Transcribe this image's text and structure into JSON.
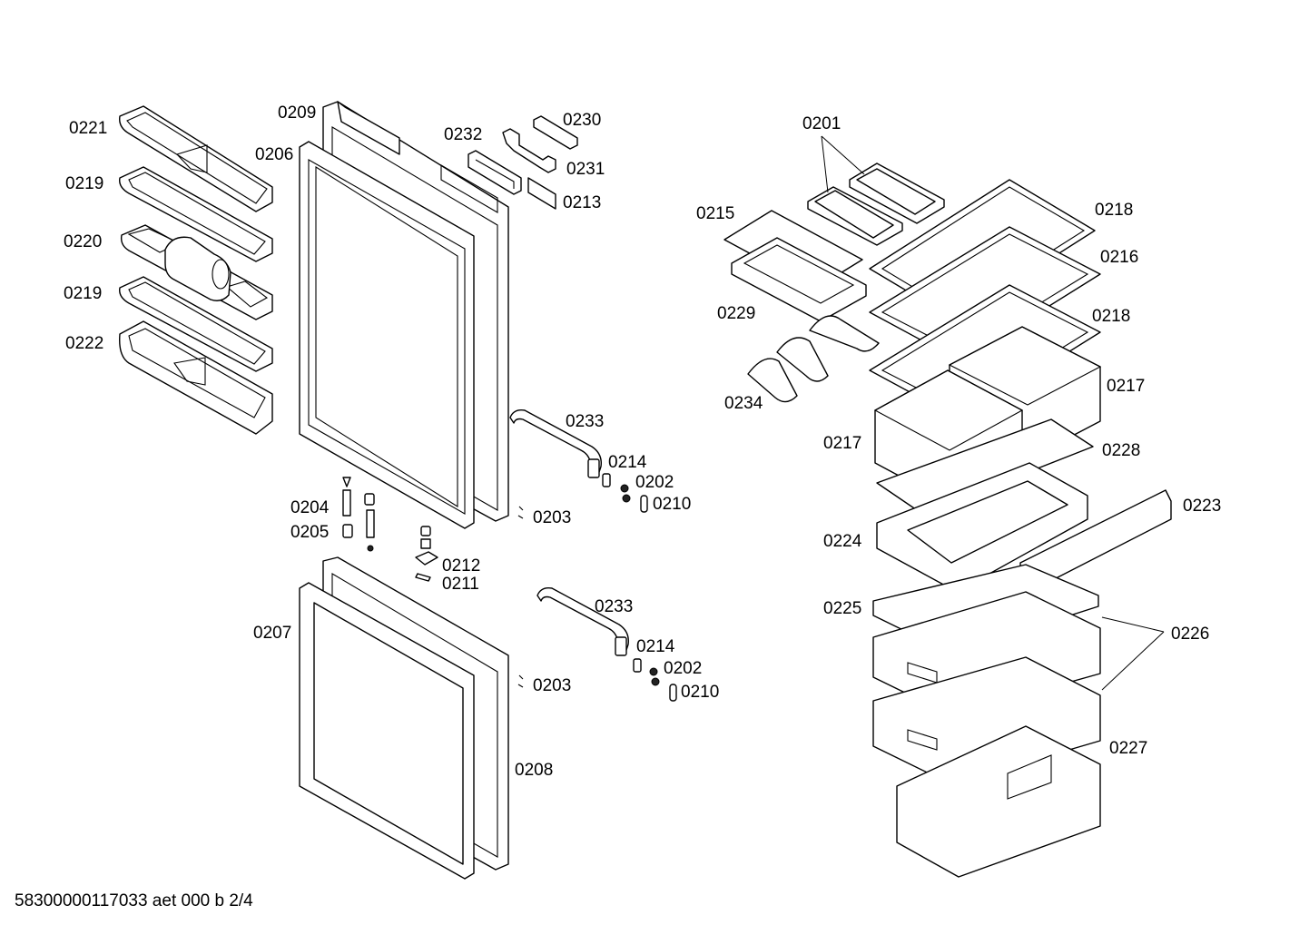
{
  "diagram": {
    "footer": "58300000117033 aet 000 b 2/4",
    "labels": {
      "p0221": "0221",
      "p0219a": "0219",
      "p0220": "0220",
      "p0219b": "0219",
      "p0222": "0222",
      "p0209": "0209",
      "p0206": "0206",
      "p0232": "0232",
      "p0230": "0230",
      "p0231": "0231",
      "p0213": "0213",
      "p0233a": "0233",
      "p0214a": "0214",
      "p0202a": "0202",
      "p0210a": "0210",
      "p0203a": "0203",
      "p0204": "0204",
      "p0205": "0205",
      "p0212": "0212",
      "p0211": "0211",
      "p0207": "0207",
      "p0233b": "0233",
      "p0214b": "0214",
      "p0202b": "0202",
      "p0210b": "0210",
      "p0203b": "0203",
      "p0208": "0208",
      "p0201": "0201",
      "p0215": "0215",
      "p0229": "0229",
      "p0234": "0234",
      "p0218a": "0218",
      "p0216": "0216",
      "p0218b": "0218",
      "p0217a": "0217",
      "p0217b": "0217",
      "p0228": "0228",
      "p0223": "0223",
      "p0224": "0224",
      "p0225": "0225",
      "p0226": "0226",
      "p0227": "0227"
    }
  }
}
